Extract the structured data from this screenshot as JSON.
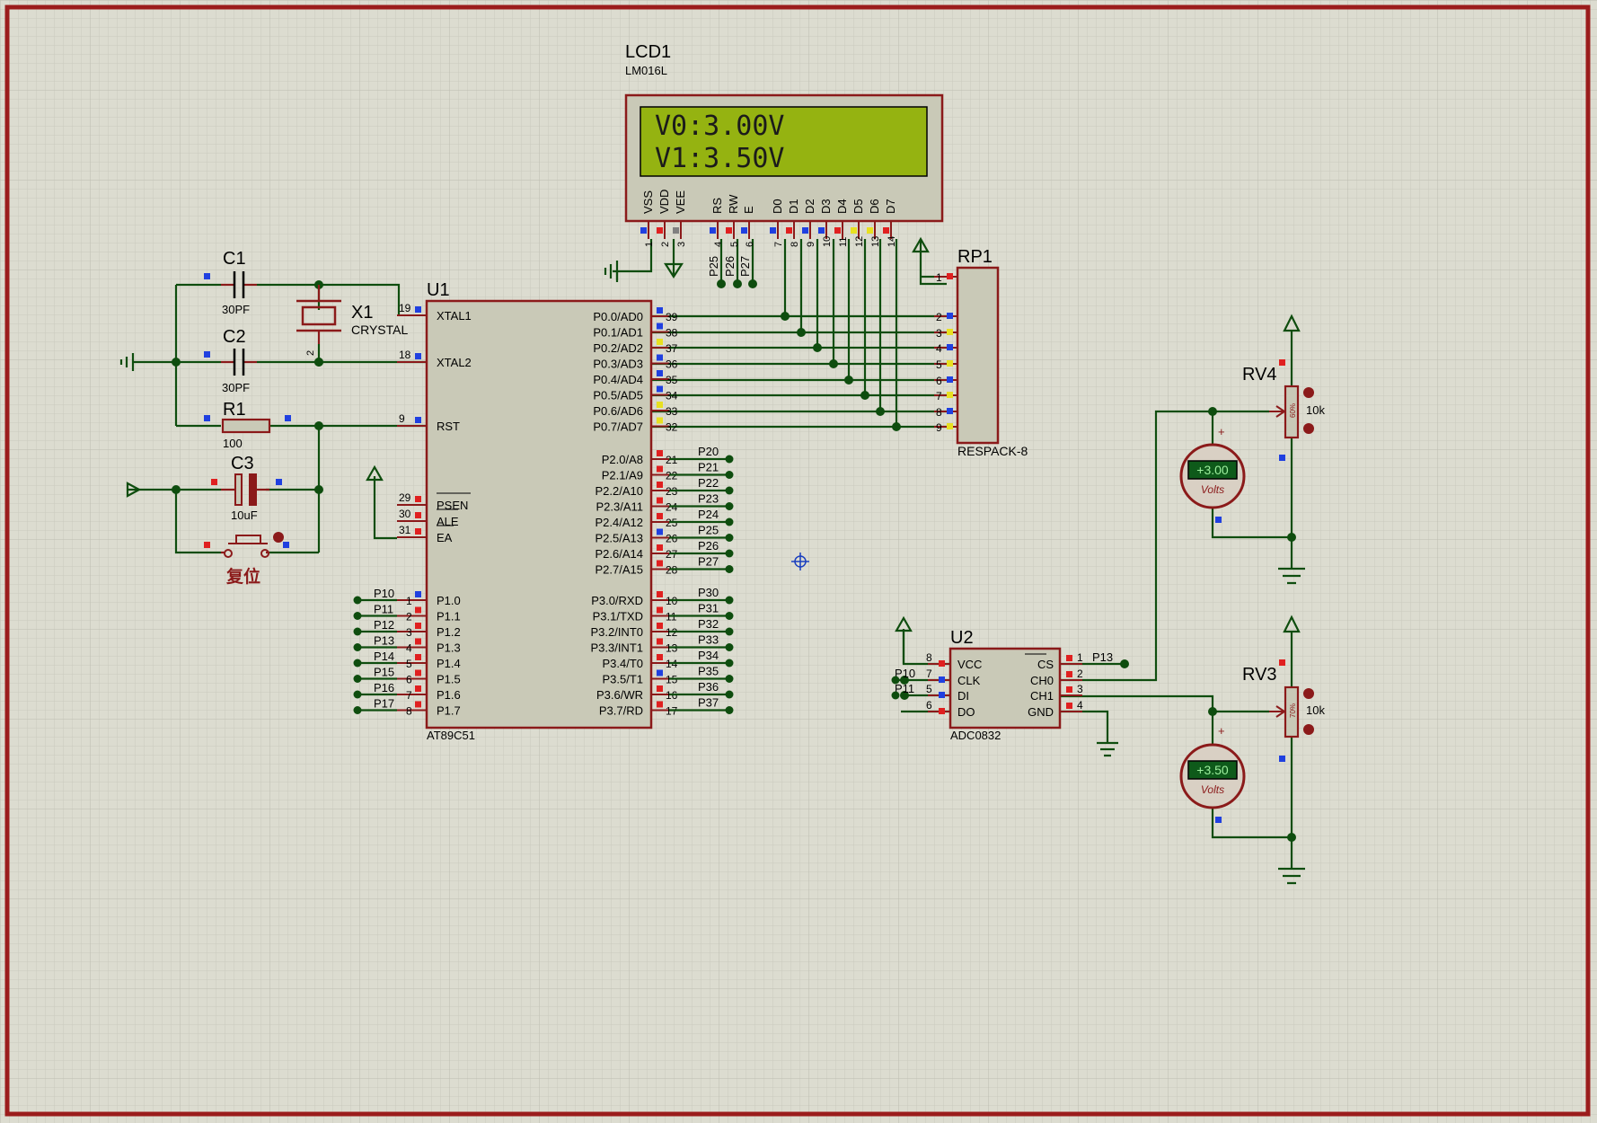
{
  "lcd": {
    "ref": "LCD1",
    "model": "LM016L",
    "line1": "V0:3.00V",
    "line2": "V1:3.50V",
    "pins": [
      "VSS",
      "VDD",
      "VEE",
      "RS",
      "RW",
      "E",
      "D0",
      "D1",
      "D2",
      "D3",
      "D4",
      "D5",
      "D6",
      "D7"
    ],
    "pin_numbers": [
      "1",
      "2",
      "3",
      "4",
      "5",
      "6",
      "7",
      "8",
      "9",
      "10",
      "11",
      "12",
      "13",
      "14"
    ],
    "ctrl_nets": [
      "P25",
      "P26",
      "P27"
    ]
  },
  "mcu": {
    "ref": "U1",
    "model": "AT89C51",
    "left_pins": [
      {
        "num": "19",
        "name": "XTAL1"
      },
      {
        "num": "18",
        "name": "XTAL2"
      },
      {
        "num": "9",
        "name": "RST"
      },
      {
        "num": "29",
        "name": "PSEN"
      },
      {
        "num": "30",
        "name": "ALE"
      },
      {
        "num": "31",
        "name": "EA"
      }
    ],
    "p0": [
      {
        "num": "39",
        "name": "P0.0/AD0"
      },
      {
        "num": "38",
        "name": "P0.1/AD1"
      },
      {
        "num": "37",
        "name": "P0.2/AD2"
      },
      {
        "num": "36",
        "name": "P0.3/AD3"
      },
      {
        "num": "35",
        "name": "P0.4/AD4"
      },
      {
        "num": "34",
        "name": "P0.5/AD5"
      },
      {
        "num": "33",
        "name": "P0.6/AD6"
      },
      {
        "num": "32",
        "name": "P0.7/AD7"
      }
    ],
    "p2": [
      {
        "num": "21",
        "name": "P2.0/A8",
        "net": "P20"
      },
      {
        "num": "22",
        "name": "P2.1/A9",
        "net": "P21"
      },
      {
        "num": "23",
        "name": "P2.2/A10",
        "net": "P22"
      },
      {
        "num": "24",
        "name": "P2.3/A11",
        "net": "P23"
      },
      {
        "num": "25",
        "name": "P2.4/A12",
        "net": "P24"
      },
      {
        "num": "26",
        "name": "P2.5/A13",
        "net": "P25"
      },
      {
        "num": "27",
        "name": "P2.6/A14",
        "net": "P26"
      },
      {
        "num": "28",
        "name": "P2.7/A15",
        "net": "P27"
      }
    ],
    "p3": [
      {
        "num": "10",
        "name": "P3.0/RXD",
        "net": "P30"
      },
      {
        "num": "11",
        "name": "P3.1/TXD",
        "net": "P31"
      },
      {
        "num": "12",
        "name": "P3.2/INT0",
        "net": "P32"
      },
      {
        "num": "13",
        "name": "P3.3/INT1",
        "net": "P33"
      },
      {
        "num": "14",
        "name": "P3.4/T0",
        "net": "P34"
      },
      {
        "num": "15",
        "name": "P3.5/T1",
        "net": "P35"
      },
      {
        "num": "16",
        "name": "P3.6/WR",
        "net": "P36"
      },
      {
        "num": "17",
        "name": "P3.7/RD",
        "net": "P37"
      }
    ],
    "p1": [
      {
        "num": "1",
        "name": "P1.0",
        "net": "P10"
      },
      {
        "num": "2",
        "name": "P1.1",
        "net": "P11"
      },
      {
        "num": "3",
        "name": "P1.2",
        "net": "P12"
      },
      {
        "num": "4",
        "name": "P1.3",
        "net": "P13"
      },
      {
        "num": "5",
        "name": "P1.4",
        "net": "P14"
      },
      {
        "num": "6",
        "name": "P1.5",
        "net": "P15"
      },
      {
        "num": "7",
        "name": "P1.6",
        "net": "P16"
      },
      {
        "num": "8",
        "name": "P1.7",
        "net": "P17"
      }
    ]
  },
  "rp1": {
    "ref": "RP1",
    "model": "RESPACK-8",
    "pins": [
      "1",
      "2",
      "3",
      "4",
      "5",
      "6",
      "7",
      "8",
      "9"
    ]
  },
  "c1": {
    "ref": "C1",
    "value": "30PF"
  },
  "c2": {
    "ref": "C2",
    "value": "30PF"
  },
  "x1": {
    "ref": "X1",
    "value": "CRYSTAL",
    "pin2": "2"
  },
  "r1": {
    "ref": "R1",
    "value": "100"
  },
  "c3": {
    "ref": "C3",
    "value": "10uF"
  },
  "reset_label": "复位",
  "u2": {
    "ref": "U2",
    "model": "ADC0832",
    "left_pins": [
      {
        "num": "8",
        "name": "VCC",
        "net": ""
      },
      {
        "num": "7",
        "name": "CLK",
        "net": "P10"
      },
      {
        "num": "5",
        "name": "DI",
        "net": "P11"
      },
      {
        "num": "6",
        "name": "DO",
        "net": ""
      }
    ],
    "right_pins": [
      {
        "num": "1",
        "name": "CS",
        "net": "P13"
      },
      {
        "num": "2",
        "name": "CH0",
        "net": ""
      },
      {
        "num": "3",
        "name": "CH1",
        "net": ""
      },
      {
        "num": "4",
        "name": "GND",
        "net": ""
      }
    ]
  },
  "rv4": {
    "ref": "RV4",
    "value": "10k",
    "setting": "60%"
  },
  "rv3": {
    "ref": "RV3",
    "value": "10k",
    "setting": "70%"
  },
  "voltmeter1": {
    "reading": "+3.00",
    "unit": "Volts",
    "plus": "+"
  },
  "voltmeter2": {
    "reading": "+3.50",
    "unit": "Volts",
    "plus": "+"
  },
  "colors": {
    "background": "#dcdcd0",
    "grid": "#c8c8bc",
    "frame": "#9b1c1c",
    "wire": "#0e4d0e",
    "component": "#8b1a1a",
    "body": "#c9c9b7",
    "lcd_screen": "#95b311",
    "pin_low": "#e02020",
    "pin_high": "#2040e0"
  }
}
